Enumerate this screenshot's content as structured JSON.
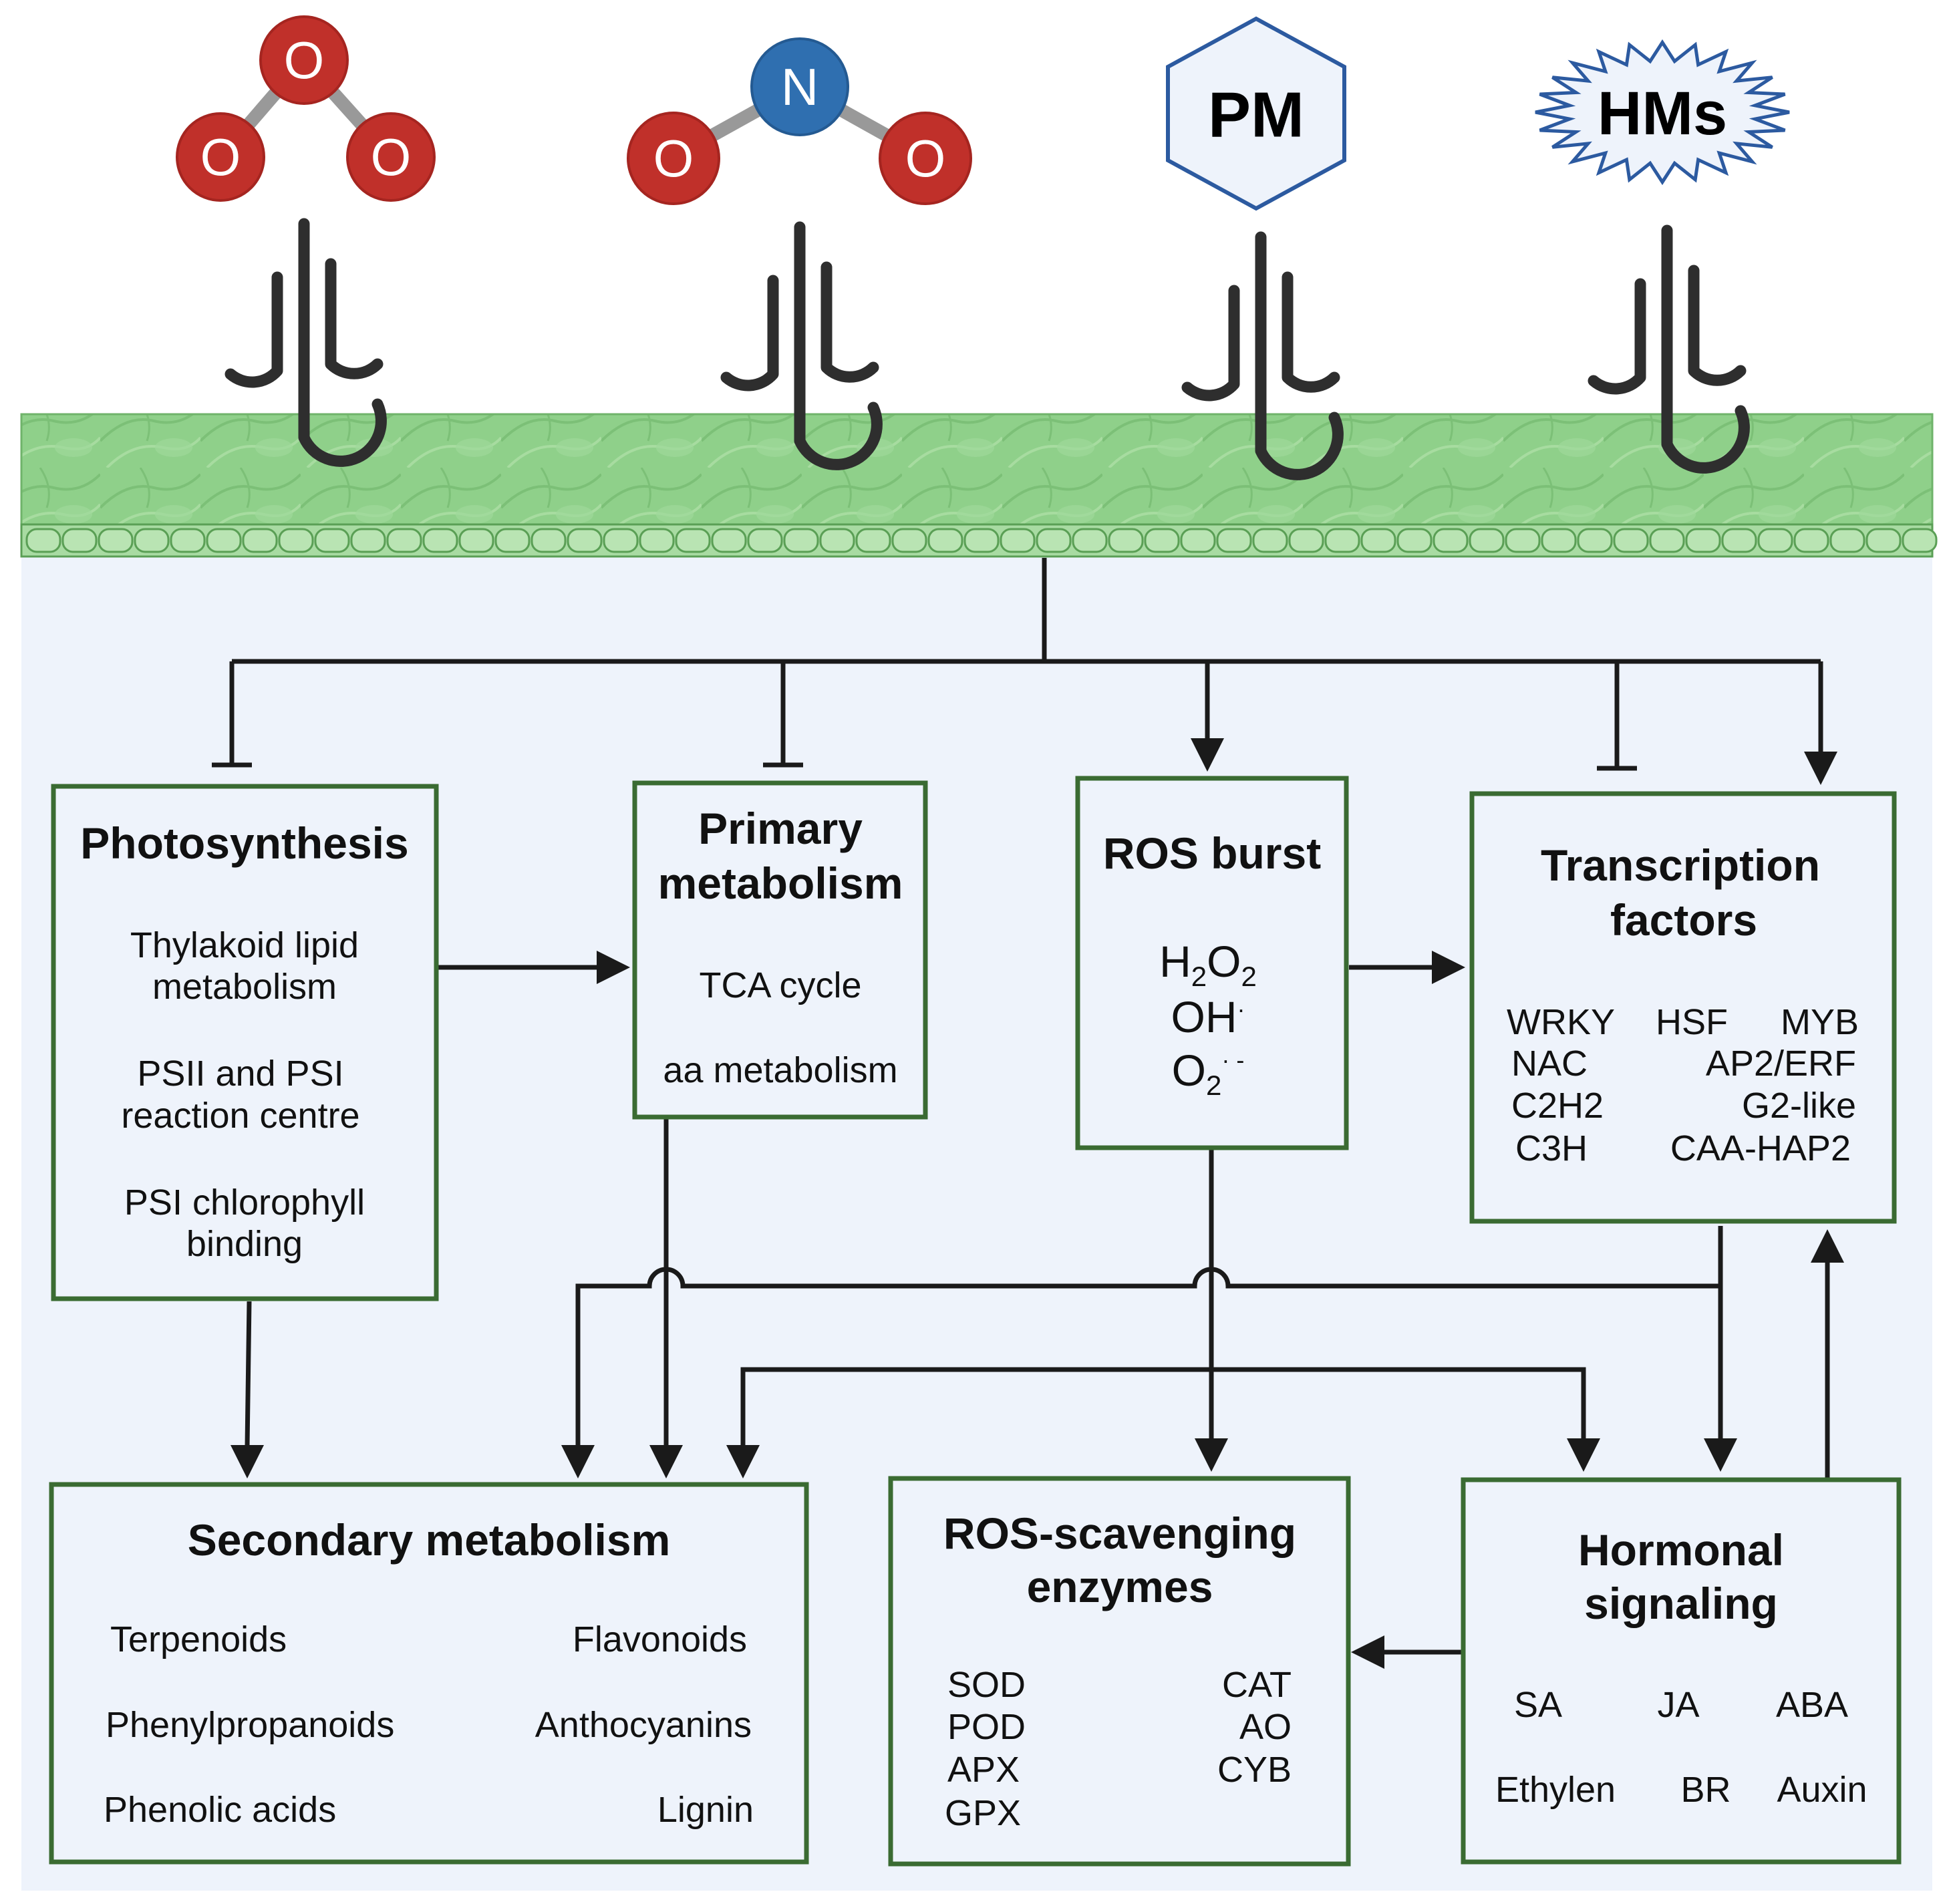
{
  "pollutants": {
    "ozone": {
      "atoms": [
        "O",
        "O",
        "O"
      ]
    },
    "no2": {
      "atoms": [
        "N",
        "O",
        "O"
      ]
    },
    "pm": {
      "label": "PM"
    },
    "hms": {
      "label": "HMs"
    }
  },
  "boxes": {
    "photosynthesis": {
      "title": "Photosynthesis",
      "lines": [
        "Thylakoid lipid",
        "metabolism",
        "PSII and PSI",
        "reaction centre",
        "PSI chlorophyll",
        "binding"
      ]
    },
    "primary": {
      "title_lines": [
        "Primary",
        "metabolism"
      ],
      "items": [
        "TCA cycle",
        "aa metabolism"
      ]
    },
    "ros_burst": {
      "title": "ROS burst",
      "species": [
        {
          "base": "H",
          "sub1": "2",
          "mid": "O",
          "sub2": "2"
        },
        {
          "base": "OH",
          "sup": "·"
        },
        {
          "base": "O",
          "sub": "2",
          "sup": "· -"
        }
      ]
    },
    "tf": {
      "title_lines": [
        "Transcription",
        "factors"
      ],
      "left": [
        "WRKY",
        "NAC",
        "C2H2",
        "C3H"
      ],
      "mid": [
        "HSF"
      ],
      "right": [
        "MYB",
        "AP2/ERF",
        "G2-like",
        "CAA-HAP2"
      ]
    },
    "secondary": {
      "title": "Secondary metabolism",
      "left": [
        "Terpenoids",
        "Phenylpropanoids",
        "Phenolic acids"
      ],
      "right": [
        "Flavonoids",
        "Anthocyanins",
        "Lignin"
      ]
    },
    "scavenging": {
      "title_lines": [
        "ROS-scavenging",
        "enzymes"
      ],
      "left": [
        "SOD",
        "POD",
        "APX",
        "GPX"
      ],
      "right": [
        "CAT",
        "AO",
        "CYB"
      ]
    },
    "hormonal": {
      "title_lines": [
        "Hormonal",
        "signaling"
      ],
      "row1": [
        "SA",
        "JA",
        "ABA"
      ],
      "row2": [
        "Ethylen",
        "BR",
        "Auxin"
      ]
    }
  },
  "colors": {
    "oxygen": "#c0302a",
    "nitrogen": "#2f6fb0",
    "leaf": "#8fd08a",
    "box_border": "#3a6b32",
    "background": "#eef3fb",
    "badge_border": "#2c5aa0"
  }
}
